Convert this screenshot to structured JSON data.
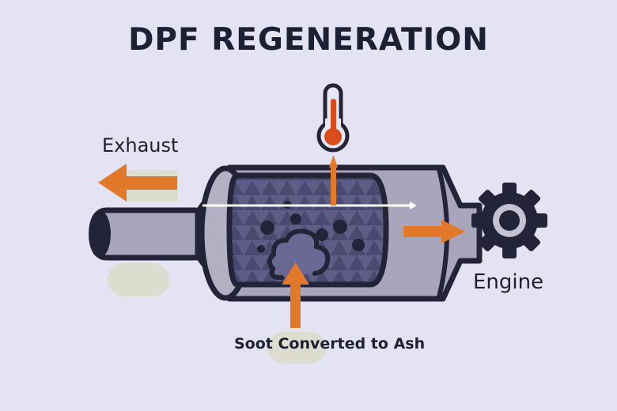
{
  "title": "DPF REGENERATION",
  "labels": {
    "exhaust": "Exhaust",
    "engine": "Engine",
    "soot": "Soot Converted to Ash"
  },
  "colors": {
    "background": "#e3e3f3",
    "outline": "#232437",
    "body_fill": "#a9a6bb",
    "filter_fill": "#5e5d85",
    "filter_pattern": "#4a4970",
    "arrow": "#e2782a",
    "thermo_fill": "#d94d1d",
    "text": "#1d2032",
    "highlight": "#dcdccf"
  },
  "icons": {
    "thermometer": "thermometer-icon",
    "gear": "gear-icon",
    "soot_cloud": "soot-cloud-icon"
  },
  "flow": {
    "exhaust_direction": "left",
    "engine_arrow_direction": "right",
    "heat_arrow_direction": "up",
    "ash_arrow_direction": "up"
  }
}
